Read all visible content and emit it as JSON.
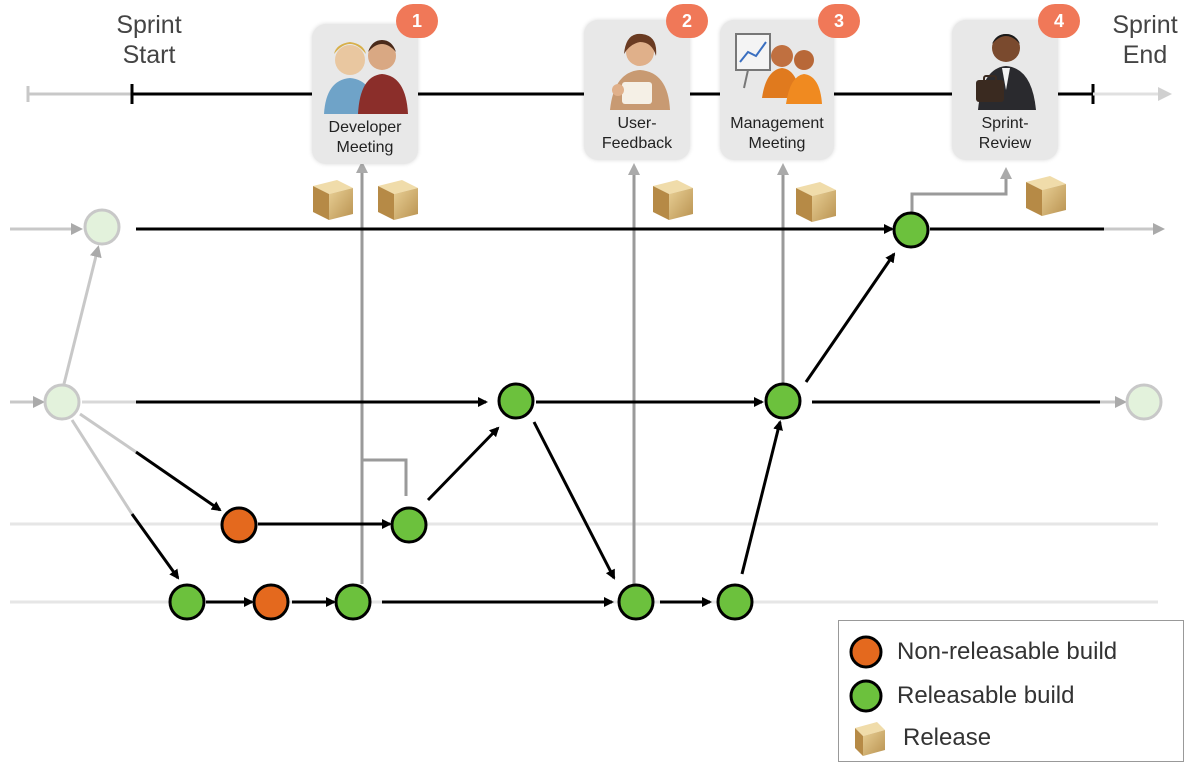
{
  "header": {
    "sprint_start": "Sprint\nStart",
    "sprint_end": "Sprint\nEnd"
  },
  "events": [
    {
      "number": "1",
      "label": "Developer\nMeeting",
      "icon": "developer-meeting-icon"
    },
    {
      "number": "2",
      "label": "User-\nFeedback",
      "icon": "user-feedback-icon"
    },
    {
      "number": "3",
      "label": "Management\nMeeting",
      "icon": "management-meeting-icon"
    },
    {
      "number": "4",
      "label": "Sprint-\nReview",
      "icon": "sprint-review-icon"
    }
  ],
  "legend": {
    "non_releasable": "Non-releasable build",
    "releasable": "Releasable build",
    "release": "Release"
  },
  "colors": {
    "non_releasable": "#e4691e",
    "releasable": "#6cc13d",
    "faded": "#d8efd0",
    "badge": "#f07858",
    "release_box": "#d9b87a"
  }
}
